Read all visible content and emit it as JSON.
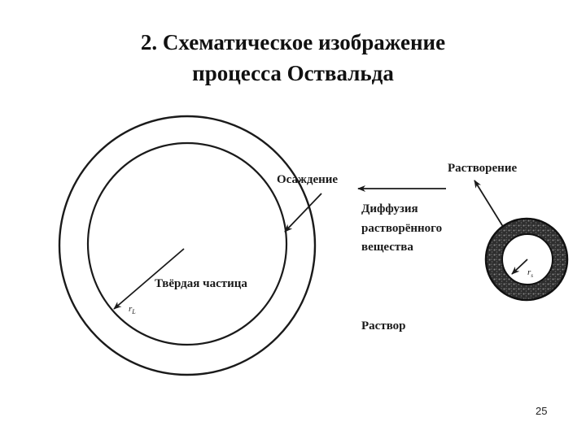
{
  "slide": {
    "title_line1": "2. Схематическое изображение",
    "title_line2": "процесса Оствальда",
    "page_number": "25"
  },
  "diagram": {
    "large_particle": {
      "label": "Твёрдая частица",
      "radius_label": "r",
      "radius_subscript": "L"
    },
    "small_particle": {
      "radius_label": "r",
      "radius_subscript": "s"
    },
    "labels": {
      "deposition": "Осаждение",
      "dissolution": "Растворение",
      "diffusion_line1": "Диффузия",
      "diffusion_line2": "растворённого",
      "diffusion_line3": "вещества",
      "solution": "Раствор"
    },
    "colors": {
      "stroke": "#1a1a1a",
      "background": "#ffffff",
      "shell_fill": "#3a3a3a"
    }
  }
}
